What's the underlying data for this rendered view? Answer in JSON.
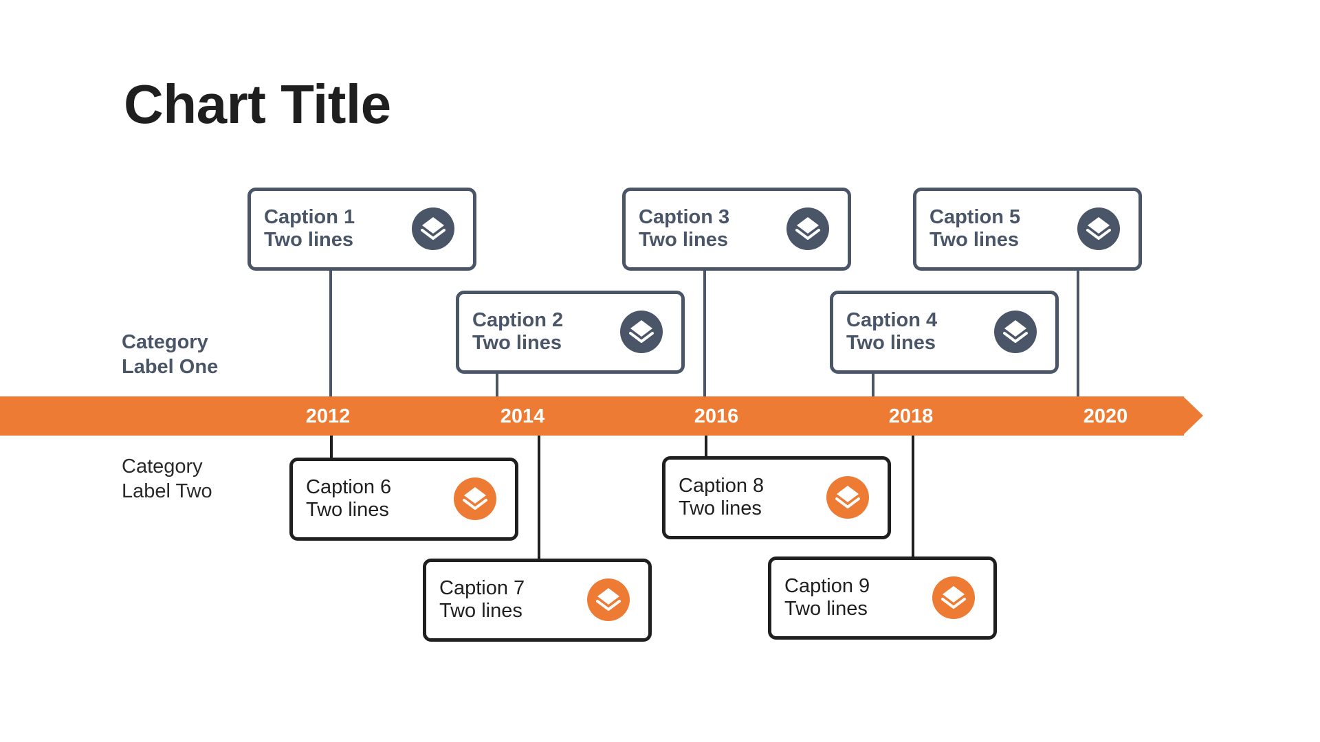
{
  "title": "Chart Title",
  "category_labels": {
    "one": "Category\nLabel One",
    "two": "Category\nLabel Two"
  },
  "colors": {
    "accent": "#ee7b33",
    "dark": "#4a5568",
    "black": "#1f1f1f"
  },
  "years": [
    "2012",
    "2014",
    "2016",
    "2018",
    "2020"
  ],
  "captions": [
    {
      "line1": "Caption 1",
      "line2": "Two lines",
      "icon": "layers-icon"
    },
    {
      "line1": "Caption 2",
      "line2": "Two lines",
      "icon": "layers-icon"
    },
    {
      "line1": "Caption 3",
      "line2": "Two lines",
      "icon": "layers-icon"
    },
    {
      "line1": "Caption 4",
      "line2": "Two lines",
      "icon": "layers-icon"
    },
    {
      "line1": "Caption 5",
      "line2": "Two lines",
      "icon": "layers-icon"
    },
    {
      "line1": "Caption 6",
      "line2": "Two lines",
      "icon": "layers-icon"
    },
    {
      "line1": "Caption 7",
      "line2": "Two lines",
      "icon": "layers-icon"
    },
    {
      "line1": "Caption 8",
      "line2": "Two lines",
      "icon": "layers-icon"
    },
    {
      "line1": "Caption 9",
      "line2": "Two lines",
      "icon": "layers-icon"
    }
  ]
}
